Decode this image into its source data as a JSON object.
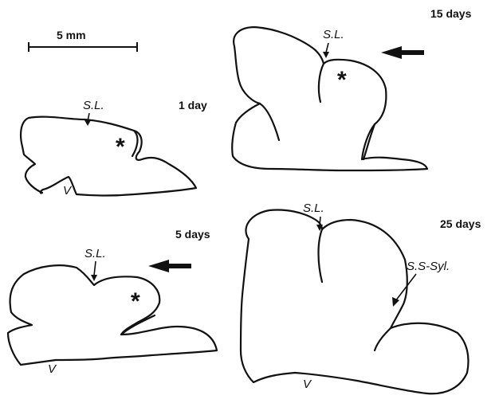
{
  "scale_bar": {
    "label": "5 mm"
  },
  "panels": [
    {
      "id": "1day",
      "age": "1 day",
      "sulcus_label": "S.L.",
      "ventral_label": "V",
      "asterisk": "*"
    },
    {
      "id": "5days",
      "age": "5 days",
      "sulcus_label": "S.L.",
      "ventral_label": "V",
      "asterisk": "*"
    },
    {
      "id": "15days",
      "age": "15 days",
      "sulcus_label": "S.L.",
      "asterisk": "*"
    },
    {
      "id": "25days",
      "age": "25 days",
      "sulcus_label": "S.L.",
      "ventral_label": "V",
      "extra_label": "S.S-Syl."
    }
  ],
  "colors": {
    "ink": "#111111",
    "background": "#ffffff"
  }
}
